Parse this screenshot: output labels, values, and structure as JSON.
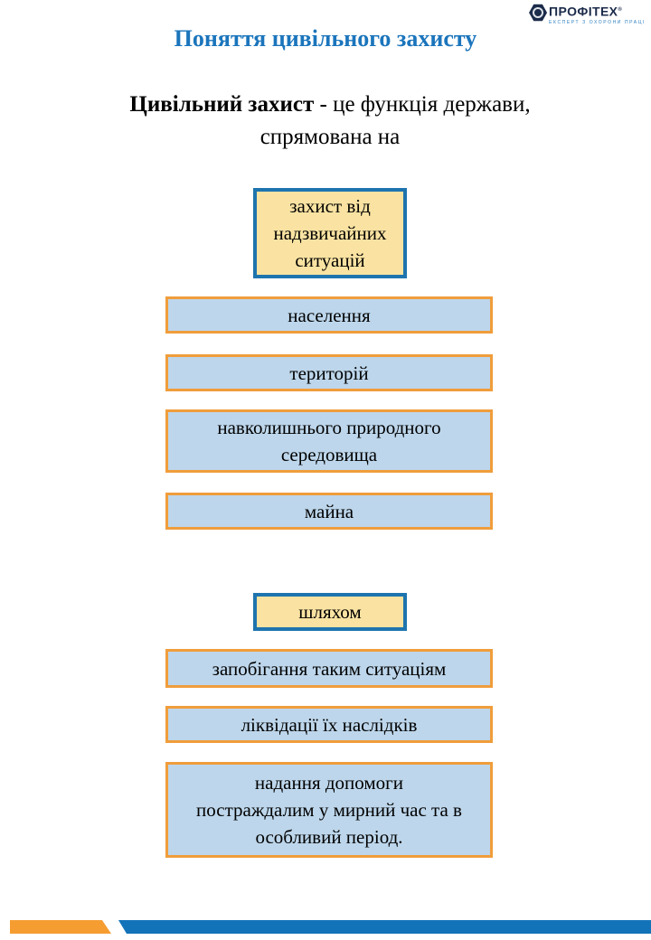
{
  "logo": {
    "name": "ПРОФІТЕХ",
    "registered_mark": "®",
    "tagline": "ЕКСПЕРТ З ОХОРОНИ ПРАЦІ"
  },
  "slide": {
    "title": "Поняття цивільного захисту",
    "definition": {
      "term": "Цивільний захист",
      "rest": " - це функція держави, спрямована на"
    }
  },
  "diagram": {
    "protection_box": "захист від\nнадзвичайних\nситуацій",
    "targets": [
      "населення",
      "територій",
      "навколишнього природного\nсередовища",
      "майна"
    ],
    "method_box": "шляхом",
    "methods": [
      "запобігання таким ситуаціям",
      "ліквідації їх наслідків",
      "надання допомоги\nпостраждалим у мирний час та в\nособливий період."
    ]
  },
  "colors": {
    "title_blue": "#1b75bc",
    "yellow_fill": "#fae3a2",
    "yellow_box_border_blue": "#1e74ae",
    "light_blue_fill": "#bdd6eb",
    "blue_box_border_orange": "#f09d3b",
    "footer_orange": "#f59d31",
    "footer_blue": "#1273b9",
    "logo_navy": "#1b2b4a"
  }
}
